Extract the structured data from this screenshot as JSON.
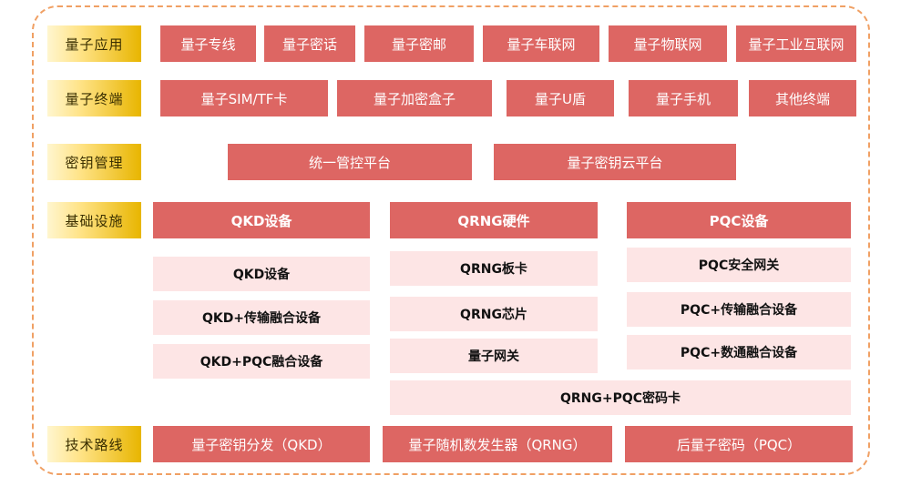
{
  "rows": {
    "apps": {
      "label": "量子应用",
      "items": [
        "量子专线",
        "量子密话",
        "量子密邮",
        "量子车联网",
        "量子物联网",
        "量子工业互联网"
      ]
    },
    "terminals": {
      "label": "量子终端",
      "items": [
        "量子SIM/TF卡",
        "量子加密盒子",
        "量子U盾",
        "量子手机",
        "其他终端"
      ]
    },
    "keymgmt": {
      "label": "密钥管理",
      "items": [
        "统一管控平台",
        "量子密钥云平台"
      ]
    },
    "infra": {
      "label": "基础设施",
      "headers": [
        "QKD设备",
        "QRNG硬件",
        "PQC设备"
      ],
      "qkd_items": [
        "QKD设备",
        "QKD+传输融合设备",
        "QKD+PQC融合设备"
      ],
      "qrng_items": [
        "QRNG板卡",
        "QRNG芯片",
        "量子网关"
      ],
      "pqc_items": [
        "PQC安全网关",
        "PQC+传输融合设备",
        "PQC+数通融合设备"
      ],
      "shared_item": "QRNG+PQC密码卡"
    },
    "tech": {
      "label": "技术路线",
      "items": [
        "量子密钥分发（QKD）",
        "量子随机数发生器（QRNG）",
        "后量子密码（PQC）"
      ]
    }
  }
}
